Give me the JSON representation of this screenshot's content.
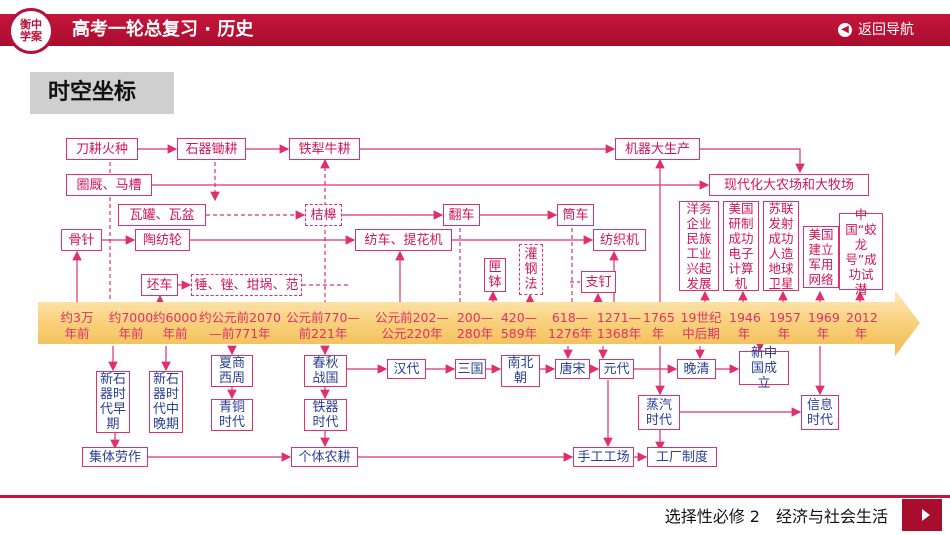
{
  "header": {
    "logo_text": "衡中学案",
    "title": "高考一轮总复习 · 历史",
    "nav_back_label": "返回导航"
  },
  "section_title": "时空坐标",
  "timeline": {
    "labels": [
      "约3万\n年前",
      "约7000\n年前",
      "约6000\n年前",
      "约公元前2070\n—前771年",
      "公元前770—\n前221年",
      "公元前202—\n公元220年",
      "200—\n280年",
      "420—\n589年",
      "618—\n1276年",
      "1271—\n1368年",
      "1765\n年",
      "19世纪\n中后期",
      "1946\n年",
      "1957\n年",
      "1969\n年",
      "2012\n年"
    ]
  },
  "boxes": {
    "daogeng": "刀耕火种",
    "shiqi": "石器锄耕",
    "tieli": "铁犁牛耕",
    "jiqi": "机器大生产",
    "quanjiu": "圈厩、马槽",
    "xiandai": "现代化大农场和大牧场",
    "waguan": "瓦罐、瓦盆",
    "jiegao": "桔槔",
    "fanche": "翻车",
    "tongche": "筒车",
    "guzhen": "骨针",
    "taofanglun": "陶纺轮",
    "fangche": "纺车、提花机",
    "fangzhiji": "纺织机",
    "pichui": "坯车",
    "chuizhui": "锤、锉、坩埚、范",
    "yangwu": "洋务企业民族工业兴起发展",
    "meiguo_jisuanji": "美国研制成功电子计算机",
    "sulian": "苏联发射成功人造地球卫星",
    "meiguo_wangluo": "美国建立军用网络",
    "zhongguo": "中国“蛟龙号”成功试潜",
    "jubo": "匣钵",
    "guangang": "灌钢法",
    "zhiding": "支钉",
    "xinshiqi_zao": "新石器时代早期",
    "xinshiqi_zhong": "新石器时代中晚期",
    "xiashang": "夏商西周",
    "chunqiu": "春秋战国",
    "handai": "汉代",
    "sanguo": "三国",
    "nanbei": "南北朝",
    "tangsong": "唐宋",
    "yuandai": "元代",
    "wanqing": "晚清",
    "xinzhongguo": "新中国成立",
    "zhengqi": "蒸汽时代",
    "xinxi": "信息时代",
    "qingtong": "青铜时代",
    "tieqi": "铁器时代",
    "jiti": "集体劳作",
    "geti": "个体农耕",
    "shougong": "手工工场",
    "gongchang": "工厂制度"
  },
  "footer": {
    "text": "选择性必修 2　经济与社会生活"
  }
}
